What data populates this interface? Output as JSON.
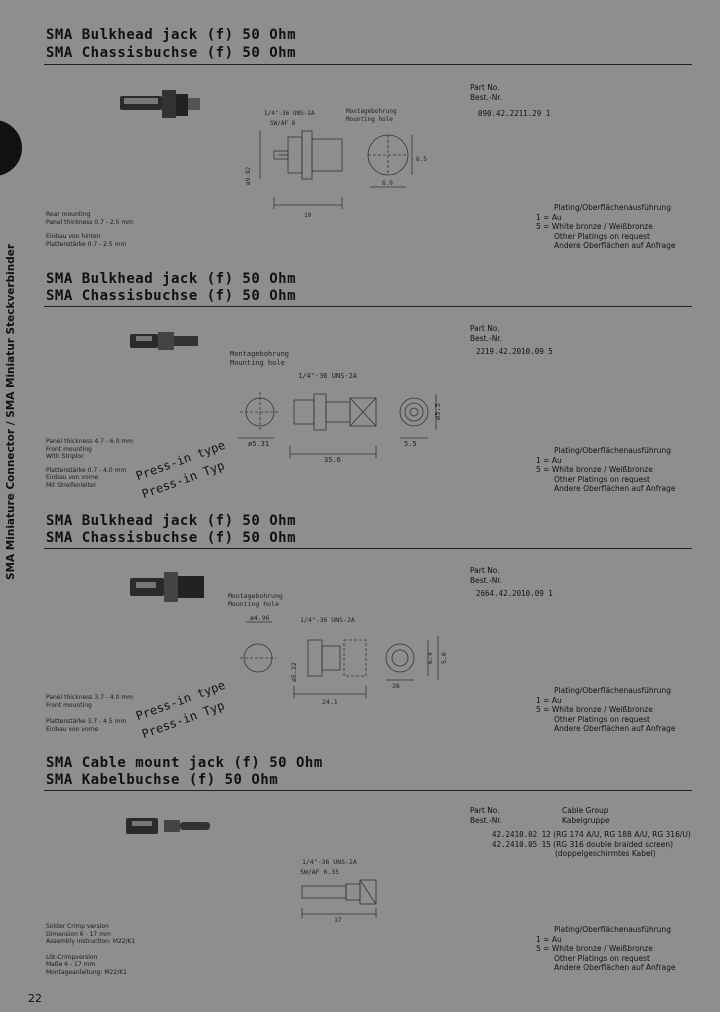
{
  "side_label": "SMA Miniature Connector / SMA Miniatur Steckverbinder",
  "page_number": "22",
  "sections": [
    {
      "title_en": "SMA Bulkhead jack (f) 50 Ohm",
      "title_de": "SMA Chassisbuchse (f) 50 Ohm",
      "part_label_en": "Part No.",
      "part_label_de": "Best.-Nr.",
      "part_number": "090.42.2211.29 1",
      "notes": [
        "Rear mounting",
        "Panel thickness 0.7 - 2.5 mm",
        "",
        "Einbau von hinten",
        "Plattenstärke 0.7 - 2.5 mm"
      ],
      "drawing_labels": [
        "1/4\"-36 UNS-2A",
        "SW/AF 8",
        "Montagebohrung",
        "Mounting hole",
        "ø9.92",
        "6.5",
        "6.9",
        "10"
      ],
      "plating_title": "Plating/Oberflächenausführung",
      "plating": [
        "1  = Au",
        "5  = White bronze / Weißbronze",
        "Other Platings on request",
        "Andere Oberflächen auf Anfrage"
      ]
    },
    {
      "title_en": "SMA Bulkhead jack (f) 50 Ohm",
      "title_de": "SMA Chassisbuchse (f) 50 Ohm",
      "part_label_en": "Part No.",
      "part_label_de": "Best.-Nr.",
      "part_number": "2219.42.2010.09 5",
      "notes": [
        "Panel thickness 4.7 - 6.0 mm",
        "Front mounting",
        "With Striploc",
        "",
        "Plattenstärke 0.7 - 4.0 mm",
        "Einbau von vorne",
        "Mit Streifenleiter"
      ],
      "drawing_labels": [
        "Montagebohrung",
        "Mounting hole",
        "1/4\"-36 UNS-2A",
        "ø5.31",
        "5.5",
        "35.6",
        "ø5.5"
      ],
      "press": [
        "Press-in type",
        "Press-in Typ"
      ],
      "plating_title": "Plating/Oberflächenausführung",
      "plating": [
        "1  = Au",
        "5  = White bronze / Weißbronze",
        "Other Platings on request",
        "Andere Oberflächen auf Anfrage"
      ]
    },
    {
      "title_en": "SMA Bulkhead jack (f) 50 Ohm",
      "title_de": "SMA Chassisbuchse (f) 50 Ohm",
      "part_label_en": "Part No.",
      "part_label_de": "Best.-Nr.",
      "part_number": "2664.42.2010.09 1",
      "notes": [
        "Panel thickness 3.7 - 4.0 mm",
        "Front mounting",
        "",
        "Plattenstärke 3.7 - 4.5 mm",
        "Einbau von vorne"
      ],
      "drawing_labels": [
        "Montagebohrung",
        "Mounting hole",
        "ø4.96",
        "1/4\"-36 UNS-2A",
        "ø5.32",
        "24.1",
        "26",
        "6.4",
        "5.6"
      ],
      "press": [
        "Press-in type",
        "Press-in Typ"
      ],
      "plating_title": "Plating/Oberflächenausführung",
      "plating": [
        "1  = Au",
        "5  = White bronze / Weißbronze",
        "Other Platings on request",
        "Andere Oberflächen auf Anfrage"
      ]
    },
    {
      "title_en": "SMA Cable mount jack (f) 50 Ohm",
      "title_de": "SMA Kabelbuchse (f) 50 Ohm",
      "part_label_en": "Part No.",
      "part_label_de": "Best.-Nr.",
      "cable_label_en": "Cable Group",
      "cable_label_de": "Kabelgruppe",
      "part_rows": [
        {
          "part": "42.2410.02 1",
          "group": "2  (RG 174 A/U, RG 188 A/U, RG 316/U)"
        },
        {
          "part": "42.2410.05 1",
          "group": "5  (RG 316 double braided screen)"
        },
        {
          "part": "",
          "group": "(doppelgeschirmtes Kabel)"
        }
      ],
      "notes": [
        "Solder Crimp version",
        "Dimension 6 - 17 mm",
        "Assembly instruction: M22/K1",
        "",
        "Löt-Crimpversion",
        "Maße 6 - 17 mm",
        "Montageanleitung: M22/K1"
      ],
      "drawing_labels": [
        "1/4\"-36 UNS-2A",
        "SW/AF 6.35",
        "17"
      ],
      "plating_title": "Plating/Oberflächenausführung",
      "plating": [
        "1  = Au",
        "5  = White bronze / Weißbronze",
        "Other Platings on request",
        "Andere Oberflächen auf Anfrage"
      ]
    }
  ]
}
